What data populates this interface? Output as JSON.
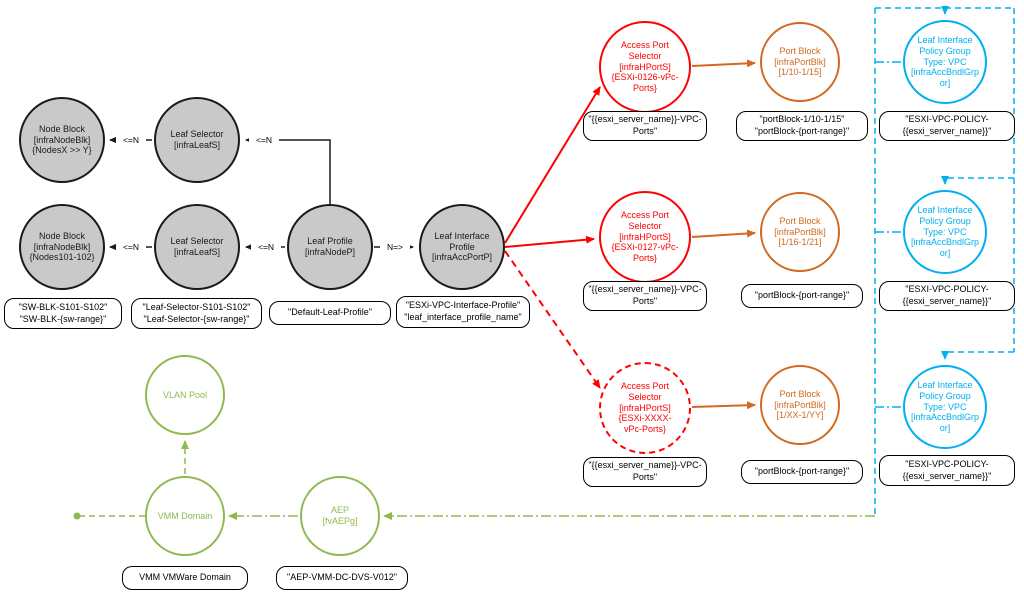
{
  "colors": {
    "gray_fill": "#c9c9c9",
    "outline": "#1a1a1a",
    "red": "#ff0000",
    "orange": "#d2691e",
    "cyan": "#00b0f0",
    "green": "#8fb94e"
  },
  "nodes": {
    "node_block_x": "Node Block\n[infraNodeBlk]\n{NodesX >> Y}",
    "leaf_selector_top": "Leaf Selector\n[infraLeafS]",
    "node_block_101": "Node Block\n[infraNodeBlk]\n{Nodes101-102}",
    "leaf_selector_bottom": "Leaf Selector\n[infraLeafS]",
    "leaf_profile": "Leaf Profile\n[infraNodeP]",
    "leaf_interface_profile": "Leaf Interface\nProfile\n[infraAccPortP]",
    "access_port_selector_1": "Access Port\nSelector\n[infraHPortS]\n{ESXi-0126-vPc-\nPorts}",
    "access_port_selector_2": "Access Port\nSelector\n[infraHPortS]\n{ESXi-0127-vPc-\nPorts}",
    "access_port_selector_3": "Access Port\nSelector\n[infraHPortS]\n{ESXi-XXXX-\nvPc-Ports}",
    "port_block_1": "Port Block\n[infraPortBlk]\n[1/10-1/15]",
    "port_block_2": "Port Block\n[infraPortBlk]\n[1/16-1/21]",
    "port_block_3": "Port Block\n[infraPortBlk]\n[1/XX-1/YY]",
    "policy_group_1": "Leaf Interface\nPolicy Group\nType: VPC\n[infraAccBndlGrp\nor]",
    "policy_group_2": "Leaf Interface\nPolicy Group\nType: VPC\n[infraAccBndlGrp\nor]",
    "policy_group_3": "Leaf Interface\nPolicy Group\nType: VPC\n[infraAccBndlGrp\nor]",
    "vlan_pool": "VLAN Pool",
    "vmm_domain": "VMM Domain",
    "aep": "AEP\n[fvAEPg]"
  },
  "labels": {
    "node_block_101": "\"SW-BLK-S101-S102\"\n\"SW-BLK-{sw-range}\"",
    "leaf_selector_bottom": "\"Leaf-Selector-S101-S102\"\n\"Leaf-Selector-{sw-range}\"",
    "leaf_profile": "\"Default-Leaf-Profile\"",
    "leaf_interface_profile": "\"ESXi-VPC-Interface-Profile\"\n\"leaf_interface_profile_name\"",
    "access_port_selector_1": "\"{{esxi_server_name}}-VPC-\nPorts\"",
    "access_port_selector_2": "\"{{esxi_server_name}}-VPC-\nPorts\"",
    "access_port_selector_3": "\"{{esxi_server_name}}-VPC-\nPorts\"",
    "port_block_1": "\"portBlock-1/10-1/15\"\n\"portBlock-{port-range}\"",
    "port_block_2": "\"portBlock-{port-range}\"",
    "port_block_3": "\"portBlock-{port-range}\"",
    "policy_group_1": "\"ESXI-VPC-POLICY-\n{{esxi_server_name}}\"",
    "policy_group_2": "\"ESXI-VPC-POLICY-\n{{esxi_server_name}}\"",
    "policy_group_3": "\"ESXI-VPC-POLICY-\n{{esxi_server_name}}\"",
    "vmm_domain": "VMM VMWare Domain",
    "aep": "\"AEP-VMM-DC-DVS-V012\""
  },
  "edge_labels": {
    "nb1_ls1": "<=N",
    "ls1_lp": "<=N",
    "nb2_ls2": "<=N",
    "ls2_lp": "<=N",
    "lp_lip": "N=>"
  }
}
